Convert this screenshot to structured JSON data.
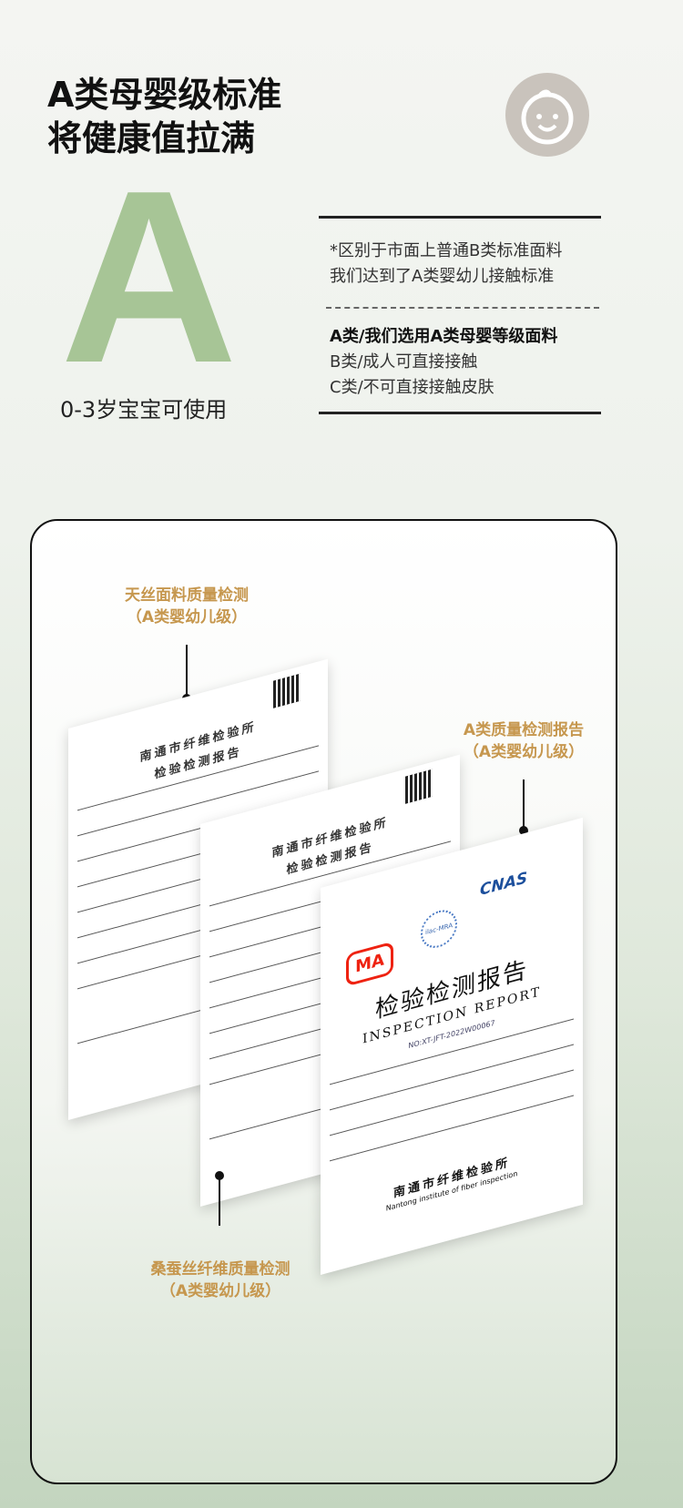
{
  "header": {
    "title_line1": "A类母婴级标准",
    "title_line2": "将健康值拉满",
    "big_letter": "A",
    "age_note": "0-3岁宝宝可使用"
  },
  "info": {
    "note_line1": "*区别于市面上普通B类标准面料",
    "note_line2": "我们达到了A类婴幼儿接触标准",
    "class_a": "A类/我们选用A类母婴等级面料",
    "class_b": "B类/成人可直接接触",
    "class_c": "C类/不可直接接触皮肤"
  },
  "reports": {
    "label1_title": "天丝面料质量检测",
    "label1_sub": "（A类婴幼儿级）",
    "label2_title": "A类质量检测报告",
    "label2_sub": "（A类婴幼儿级）",
    "label3_title": "桑蚕丝纤维质量检测",
    "label3_sub": "（A类婴幼儿级）"
  },
  "doc": {
    "institute_header": "南通市纤维检验所",
    "doc_header": "检验检测报告",
    "report_title": "检验检测报告",
    "report_en": "INSPECTION REPORT",
    "report_no": "NO:XT-JFT-2022W00067",
    "footer_cn": "南通市纤维检验所",
    "footer_en": "Nantong institute of fiber inspection",
    "cma": "MA",
    "ilac": "ilac-MRA",
    "cnas": "CNAS"
  },
  "colors": {
    "accent_green": "#a7c596",
    "label_gold": "#c6974e"
  }
}
